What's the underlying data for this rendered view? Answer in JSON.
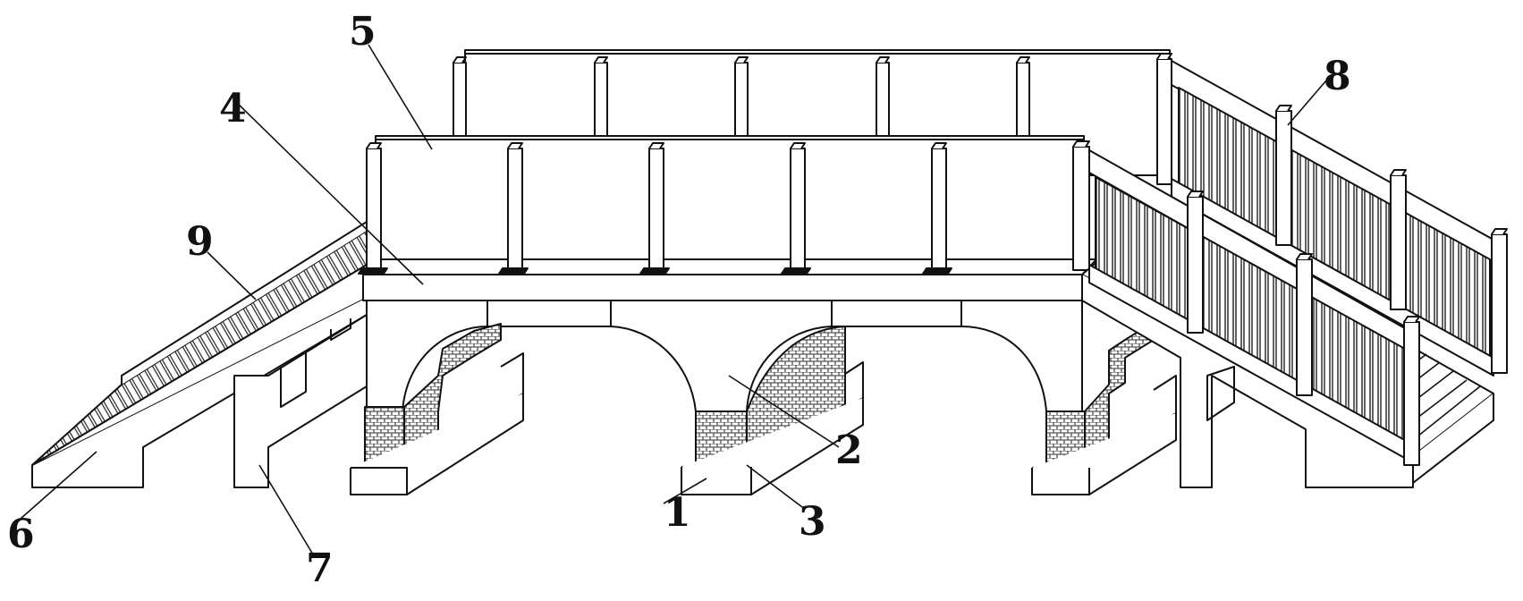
{
  "diagram": {
    "labels": [
      "1",
      "2",
      "3",
      "4",
      "5",
      "6",
      "7",
      "8",
      "9"
    ],
    "colors": {
      "line": "#111111",
      "fill": "#ffffff",
      "hatch": "#333333"
    }
  }
}
